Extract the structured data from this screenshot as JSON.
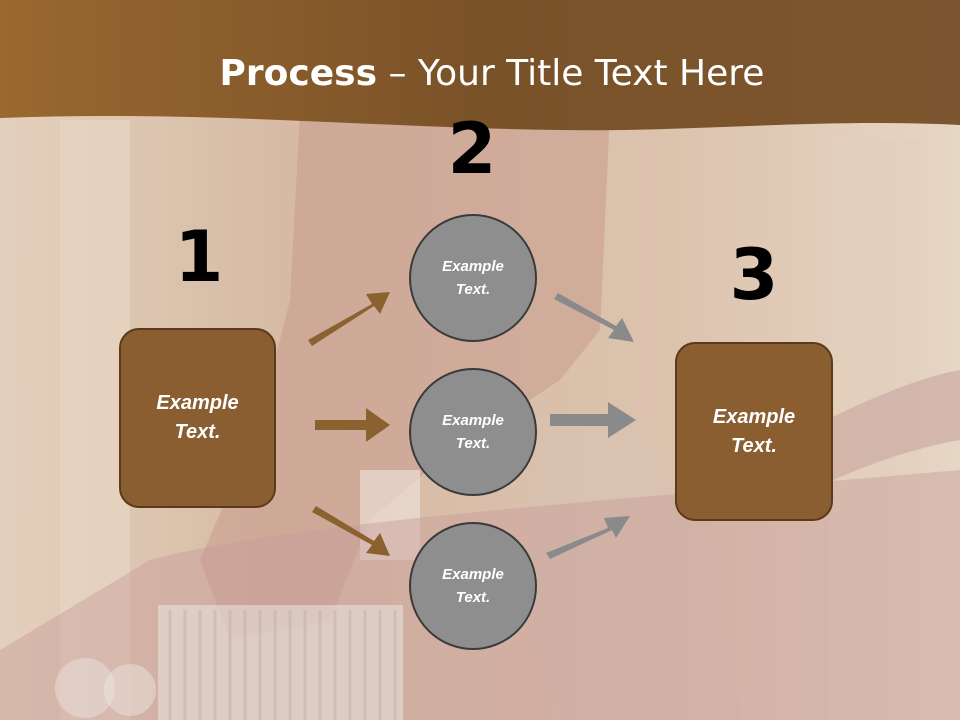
{
  "colors": {
    "header": "#8a5a2a",
    "box": "#8a5e31",
    "circle": "#8e8e8e",
    "arrow_brown": "#8a6230",
    "arrow_gray": "#8a8a8a"
  },
  "title": {
    "bold": "Process",
    "rest": " – Your Title Text Here"
  },
  "steps": [
    {
      "number": "1",
      "label": [
        "Example",
        "Text."
      ]
    },
    {
      "number": "2",
      "circles": [
        {
          "label": [
            "Example",
            "Text."
          ]
        },
        {
          "label": [
            "Example",
            "Text."
          ]
        },
        {
          "label": [
            "Example",
            "Text."
          ]
        }
      ]
    },
    {
      "number": "3",
      "label": [
        "Example",
        "Text."
      ]
    }
  ]
}
